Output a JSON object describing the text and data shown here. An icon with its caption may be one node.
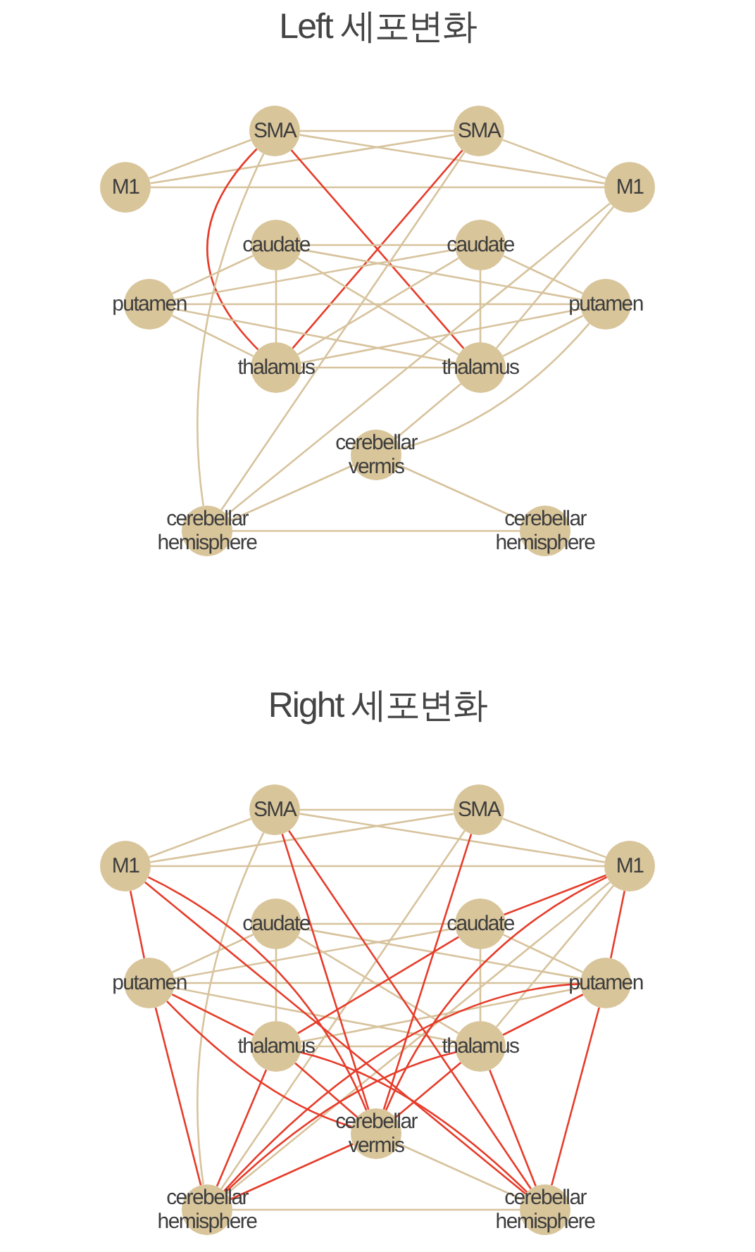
{
  "diagram": {
    "nodes": [
      {
        "text": [
          "SMA"
        ]
      },
      {
        "text": [
          "SMA"
        ]
      },
      {
        "text": [
          "M1"
        ]
      },
      {
        "text": [
          "M1"
        ]
      },
      {
        "text": [
          "caudate"
        ]
      },
      {
        "text": [
          "caudate"
        ]
      },
      {
        "text": [
          "putamen"
        ]
      },
      {
        "text": [
          "putamen"
        ]
      },
      {
        "text": [
          "thalamus"
        ]
      },
      {
        "text": [
          "thalamus"
        ]
      },
      {
        "text": [
          "cerebellar vermis"
        ]
      },
      {
        "text": [
          "cerebellar hemisphere"
        ]
      },
      {
        "text": [
          "cerebellar hemisphere"
        ]
      },
      {
        "text": [
          "SMA"
        ]
      },
      {
        "text": [
          "SMA"
        ]
      },
      {
        "text": [
          "M1"
        ]
      },
      {
        "text": [
          "M1"
        ]
      },
      {
        "text": [
          "caudate"
        ]
      },
      {
        "text": [
          "caudate"
        ]
      },
      {
        "text": [
          "putamen"
        ]
      },
      {
        "text": [
          "putamen"
        ]
      },
      {
        "text": [
          "thalamus"
        ]
      },
      {
        "text": [
          "thalamus"
        ]
      },
      {
        "text": [
          "cerebellar vermis"
        ]
      },
      {
        "text": [
          "cerebellar hemisphere"
        ]
      },
      {
        "text": [
          "cerebellar hemisphere"
        ]
      }
    ],
    "edges": [
      {
        "from": 0,
        "to": 1,
        "arrow": "none"
      },
      {
        "from": 0,
        "to": 2,
        "arrow": "none"
      },
      {
        "from": 0,
        "to": 3,
        "arrow": "none"
      },
      {
        "from": 1,
        "to": 2,
        "arrow": "none"
      },
      {
        "from": 1,
        "to": 3,
        "arrow": "none"
      },
      {
        "from": 2,
        "to": 3,
        "arrow": "none"
      },
      {
        "from": 0,
        "to": 8,
        "arrow": "none",
        "color": "#e63c2a"
      },
      {
        "from": 0,
        "to": 9,
        "arrow": "none",
        "color": "#e63c2a"
      },
      {
        "from": 1,
        "to": 8,
        "arrow": "none",
        "color": "#e63c2a"
      },
      {
        "from": 0,
        "to": 11,
        "arrow": "none"
      },
      {
        "from": 1,
        "to": 11,
        "arrow": "none"
      },
      {
        "from": 3,
        "to": 11,
        "arrow": "none"
      },
      {
        "from": 3,
        "to": 9,
        "arrow": "none"
      },
      {
        "from": 4,
        "to": 5,
        "arrow": "none"
      },
      {
        "from": 4,
        "to": 6,
        "arrow": "none"
      },
      {
        "from": 4,
        "to": 7,
        "arrow": "none"
      },
      {
        "from": 4,
        "to": 8,
        "arrow": "none"
      },
      {
        "from": 4,
        "to": 9,
        "arrow": "none"
      },
      {
        "from": 5,
        "to": 6,
        "arrow": "none"
      },
      {
        "from": 5,
        "to": 7,
        "arrow": "none"
      },
      {
        "from": 5,
        "to": 9,
        "arrow": "none"
      },
      {
        "from": 5,
        "to": 8,
        "arrow": "none"
      },
      {
        "from": 6,
        "to": 7,
        "arrow": "none"
      },
      {
        "from": 6,
        "to": 8,
        "arrow": "none"
      },
      {
        "from": 6,
        "to": 9,
        "arrow": "none"
      },
      {
        "from": 7,
        "to": 8,
        "arrow": "none"
      },
      {
        "from": 7,
        "to": 9,
        "arrow": "none"
      },
      {
        "from": 8,
        "to": 9,
        "arrow": "none"
      },
      {
        "from": 10,
        "to": 11,
        "arrow": "none"
      },
      {
        "from": 10,
        "to": 12,
        "arrow": "none"
      },
      {
        "from": 10,
        "to": 9,
        "arrow": "none"
      },
      {
        "from": 10,
        "to": 7,
        "arrow": "none"
      },
      {
        "from": 11,
        "to": 12,
        "arrow": "none"
      },
      {
        "from": 13,
        "to": 14,
        "arrow": "none"
      },
      {
        "from": 13,
        "to": 15,
        "arrow": "none"
      },
      {
        "from": 13,
        "to": 16,
        "arrow": "none"
      },
      {
        "from": 14,
        "to": 15,
        "arrow": "none"
      },
      {
        "from": 14,
        "to": 16,
        "arrow": "none"
      },
      {
        "from": 15,
        "to": 16,
        "arrow": "none"
      },
      {
        "from": 13,
        "to": 24,
        "arrow": "none"
      },
      {
        "from": 14,
        "to": 24,
        "arrow": "none"
      },
      {
        "from": 16,
        "to": 24,
        "arrow": "none"
      },
      {
        "from": 16,
        "to": 22,
        "arrow": "none"
      },
      {
        "from": 17,
        "to": 18,
        "arrow": "none"
      },
      {
        "from": 17,
        "to": 19,
        "arrow": "none"
      },
      {
        "from": 17,
        "to": 20,
        "arrow": "none"
      },
      {
        "from": 17,
        "to": 21,
        "arrow": "none"
      },
      {
        "from": 17,
        "to": 22,
        "arrow": "none"
      },
      {
        "from": 18,
        "to": 19,
        "arrow": "none"
      },
      {
        "from": 18,
        "to": 20,
        "arrow": "none"
      },
      {
        "from": 18,
        "to": 22,
        "arrow": "none"
      },
      {
        "from": 19,
        "to": 20,
        "arrow": "none"
      },
      {
        "from": 19,
        "to": 22,
        "arrow": "none"
      },
      {
        "from": 20,
        "to": 21,
        "arrow": "none"
      },
      {
        "from": 21,
        "to": 22,
        "arrow": "none"
      },
      {
        "from": 23,
        "to": 25,
        "arrow": "none"
      },
      {
        "from": 24,
        "to": 25,
        "arrow": "none"
      },
      {
        "from": 15,
        "to": 19,
        "arrow": "none",
        "color": "#e63c2a"
      },
      {
        "from": 15,
        "to": 23,
        "arrow": "none",
        "color": "#e63c2a"
      },
      {
        "from": 15,
        "to": 25,
        "arrow": "none",
        "color": "#e63c2a"
      },
      {
        "from": 13,
        "to": 23,
        "arrow": "none",
        "color": "#e63c2a"
      },
      {
        "from": 13,
        "to": 25,
        "arrow": "none",
        "color": "#e63c2a"
      },
      {
        "from": 14,
        "to": 23,
        "arrow": "none",
        "color": "#e63c2a"
      },
      {
        "from": 16,
        "to": 18,
        "arrow": "none",
        "color": "#e63c2a"
      },
      {
        "from": 16,
        "to": 23,
        "arrow": "none",
        "color": "#e63c2a"
      },
      {
        "from": 16,
        "to": 20,
        "arrow": "none",
        "color": "#e63c2a"
      },
      {
        "from": 18,
        "to": 21,
        "arrow": "none",
        "color": "#e63c2a"
      },
      {
        "from": 19,
        "to": 24,
        "arrow": "none",
        "color": "#e63c2a"
      },
      {
        "from": 19,
        "to": 21,
        "arrow": "none",
        "color": "#e63c2a"
      },
      {
        "from": 19,
        "to": 23,
        "arrow": "none",
        "color": "#e63c2a"
      },
      {
        "from": 20,
        "to": 25,
        "arrow": "none",
        "color": "#e63c2a"
      },
      {
        "from": 20,
        "to": 22,
        "arrow": "none",
        "color": "#e63c2a"
      },
      {
        "from": 20,
        "to": 24,
        "arrow": "none",
        "color": "#e63c2a"
      },
      {
        "from": 21,
        "to": 23,
        "arrow": "none",
        "color": "#e63c2a"
      },
      {
        "from": 21,
        "to": 24,
        "arrow": "none",
        "color": "#e63c2a"
      },
      {
        "from": 21,
        "to": 25,
        "arrow": "none",
        "color": "#e63c2a"
      },
      {
        "from": 22,
        "to": 23,
        "arrow": "none",
        "color": "#e63c2a"
      },
      {
        "from": 22,
        "to": 24,
        "arrow": "none",
        "color": "#e63c2a"
      },
      {
        "from": 22,
        "to": 25,
        "arrow": "none",
        "color": "#e63c2a"
      },
      {
        "from": 23,
        "to": 24,
        "arrow": "none",
        "color": "#e63c2a"
      }
    ],
    "labels": [
      "Left 세포변화",
      "Right 세포변화"
    ]
  }
}
